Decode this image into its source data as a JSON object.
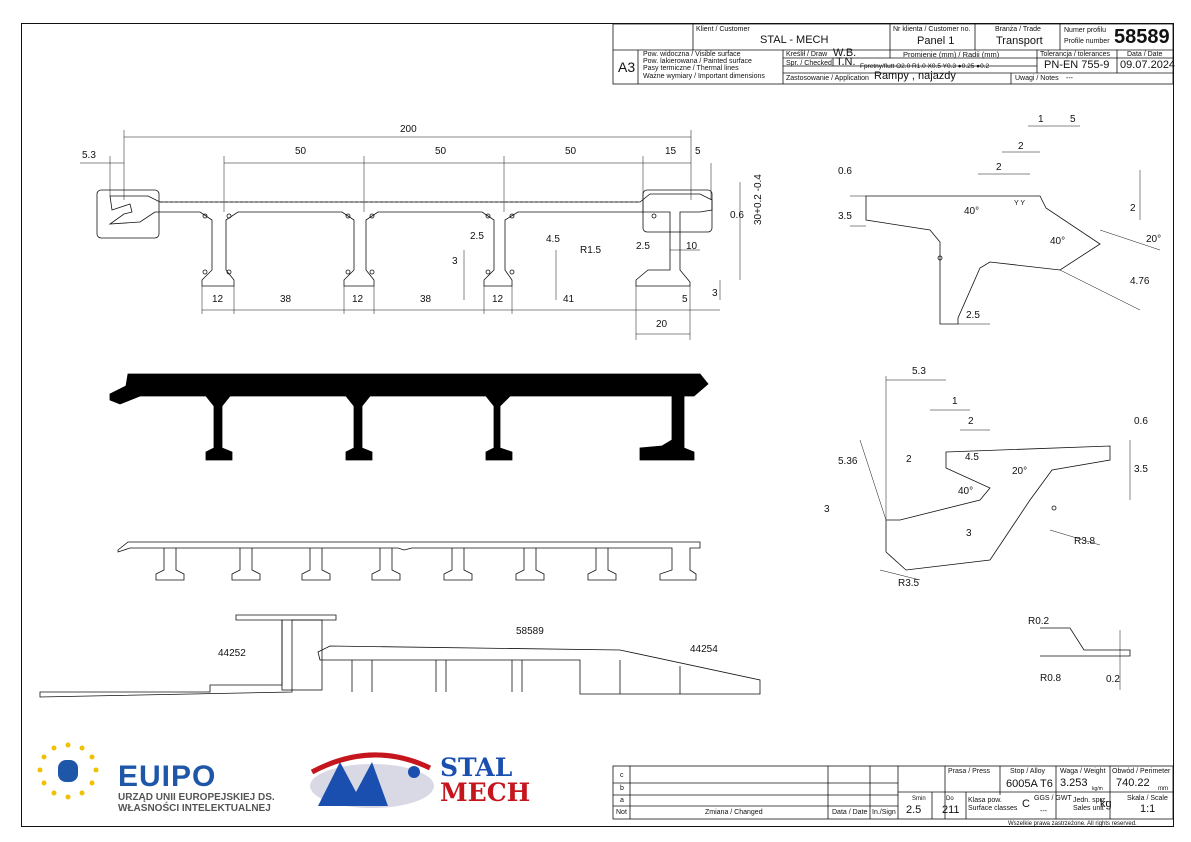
{
  "title_block": {
    "sheet_size": "A3",
    "legend": [
      "Pow. widoczna / Visible surface",
      "Pow. lakierowana / Painted surface",
      "Pasy termiczne / Thermal lines",
      "Ważne wymiary / Important dimensions"
    ],
    "customer_label": "Klient / Customer",
    "customer": "STAL - MECH",
    "customer_no_label": "Nr klienta / Customer no.",
    "customer_no": "Panel 1",
    "trade_label": "Branża / Trade",
    "trade": "Transport",
    "profile_no_label_pl": "Numer profilu",
    "profile_no_label_en": "Profile number",
    "profile_no": "58589",
    "drawn_label": "Kreślił / Draw",
    "drawn": "W.B.",
    "checked_label": "Spr. / Checked",
    "checked": "T.N.",
    "radii_label": "Promienie (mm) / Radii (mm)",
    "radii_row": "Fpretny/flutt  O2.0  R1.0  X0.5  Y0.3  ●0.25  ●0.2",
    "tolerance_label": "Tolerancja / tolerances",
    "tolerance": "PN-EN 755-9",
    "date_label": "Data / Date",
    "date": "09.07.2024",
    "application_label": "Zastosowanie / Application",
    "application": "Rampy , najazdy",
    "notes_label": "Uwagi / Notes",
    "notes": "---"
  },
  "main_dims": {
    "d200": "200",
    "d53": "5.3",
    "d50a": "50",
    "d50b": "50",
    "d50c": "50",
    "d15": "15",
    "d5a": "5",
    "d06": "0.6",
    "d30": "30+0.2 -0.4",
    "d25a": "2.5",
    "d45": "4.5",
    "dR15": "R1.5",
    "d25b": "2.5",
    "d10": "10",
    "d3a": "3",
    "d3b": "3",
    "d12a": "12",
    "d38a": "38",
    "d12b": "12",
    "d38b": "38",
    "d12c": "12",
    "d41": "41",
    "d5b": "5",
    "d20": "20"
  },
  "detail1": {
    "d1": "1",
    "d5": "5",
    "d2a": "2",
    "d2b": "2",
    "d06": "0.6",
    "d35": "3.5",
    "d40": "40°",
    "dY": "Y",
    "dY2": "Y Y",
    "d2c": "2",
    "d40b": "40°",
    "d20": "20°",
    "d476": "4.76",
    "d25": "2.5"
  },
  "detail2": {
    "d53": "5.3",
    "d1": "1",
    "d2a": "2",
    "d06": "0.6",
    "d2b": "2",
    "d45": "4.5",
    "d536": "5.36",
    "d40": "40°",
    "d20": "20°",
    "d35": "3.5",
    "d3a": "3",
    "d3b": "3",
    "dR38": "R3.8",
    "dR35": "R3.5"
  },
  "detail3": {
    "r02": "R0.2",
    "r08": "R0.8",
    "d02": "0.2"
  },
  "assembly": {
    "p1": "44252",
    "p2": "58589",
    "p3": "44254"
  },
  "logos": {
    "euipo": "EUIPO",
    "euipo_sub1": "URZĄD UNII EUROPEJSKIEJ DS.",
    "euipo_sub2": "WŁASNOŚCI INTELEKTUALNEJ",
    "stal": "STAL",
    "mech": "MECH"
  },
  "revision_block": {
    "rows": [
      "c",
      "b",
      "a"
    ],
    "not_label": "Not",
    "changed_label": "Zmiana / Changed",
    "date_label": "Data / Date",
    "sign_label": "In./Sign",
    "press_label": "Prasa / Press",
    "alloy_label": "Stop / Alloy",
    "alloy": "6005A T6",
    "weight_label": "Waga / Weight",
    "weight": "3.253",
    "weight_unit": "kg/m",
    "perimeter_label": "Obwód / Perimeter",
    "perimeter": "740.22",
    "perimeter_unit": "mm",
    "s_min_label": "Smin",
    "s_min": "2.5",
    "d_label": "Do",
    "d_val": "211",
    "surface_label": "Klasa pow. Surface classes",
    "surface": "C",
    "ggs_label": "GGS / GWT",
    "ggs": "---",
    "unit_label": "Jedn. sprz. Sales unit",
    "unit": "kg",
    "scale_label": "Skala / Scale",
    "scale": "1:1",
    "rights": "Wszelkie prawa zastrzeżone. All rights reserved."
  }
}
